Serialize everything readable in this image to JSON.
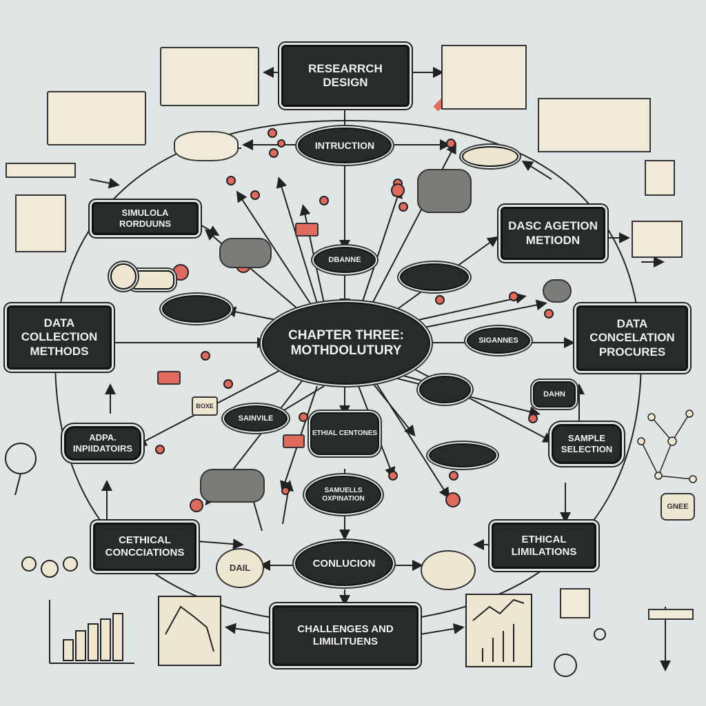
{
  "center": {
    "line1": "CHAPTER THREE:",
    "line2": "MOTHDOLUTURY"
  },
  "boxes": {
    "research_design": {
      "line1": "RESEARRCH",
      "line2": "DESIGN"
    },
    "data_collection": {
      "line1": "DATA",
      "line2": "COLLECTION",
      "line3": "METHODS"
    },
    "data_concelation": {
      "line1": "DATA",
      "line2": "CONCELATION",
      "line3": "PROCURES"
    },
    "dasc_action": {
      "line1": "DASC AGETION",
      "line2": "METIODN"
    },
    "simulola": {
      "line1": "SIMULOLA",
      "line2": "RORDUUNS"
    },
    "adpa": {
      "line1": "ADPA.",
      "line2": "INPIIDATOIRS"
    },
    "sample_selection": {
      "line1": "SAMPLE",
      "line2": "SELECTION"
    },
    "cethical": {
      "line1": "CETHICAL",
      "line2": "CONCCIATIONS"
    },
    "ethical_limilations": {
      "line1": "ETHICAL",
      "line2": "LIMILATIONS"
    },
    "challenges": {
      "line1": "CHALLENGES AND",
      "line2": "LIMILITUENS"
    }
  },
  "pills": {
    "intruction": "INTRUCTION",
    "conlucion": "CONLUCION",
    "ethical_centeness": "ETHIAL CENTONES",
    "samuells": "SAMUELLS OXPINATION",
    "sainvile": "SAINVILE",
    "sigannes": "SIGANNES",
    "dbanne": "DBANNE",
    "dahn": "DAHN"
  },
  "labels": {
    "dail": "DAIL",
    "boxe": "BOXE",
    "gnee": "GNEE"
  },
  "colors": {
    "box_fill": "#262b2b",
    "background": "#dfe6e5",
    "accent_red": "#e06a5c",
    "paper": "#f1ead8"
  }
}
